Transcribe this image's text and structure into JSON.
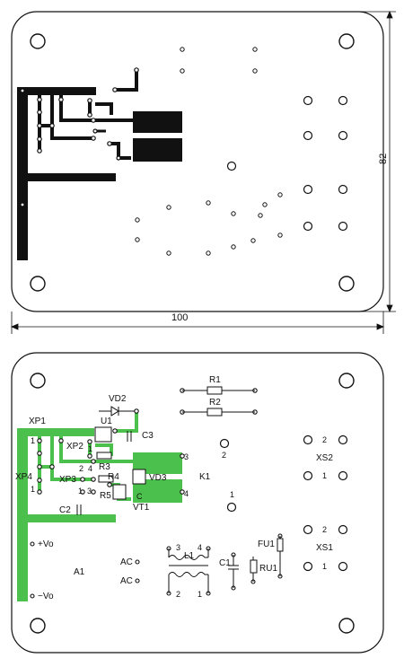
{
  "dimensions": {
    "width": "100",
    "height": "82"
  },
  "top_board": {
    "title": "",
    "copper_color": "#111111"
  },
  "bottom_board": {
    "trace_color": "#4cc04c",
    "labels": {
      "r1": "R1",
      "r2": "R2",
      "vd2": "VD2",
      "u1": "U1",
      "c3": "C3",
      "xp1": "XP1",
      "xp1_pin": "1",
      "xp2": "XP2",
      "xp2_pin": "1",
      "r3": "R3",
      "r4": "R4",
      "xp4": "XP4",
      "xp4_pin": "1",
      "xp3": "XP3",
      "xp3_pin2": "2",
      "xp3_pin4": "4",
      "xp3_pin1": "1",
      "xp3_pin3": "3",
      "r5": "R5",
      "vd3": "VD3",
      "vt1": "VT1",
      "c": "C",
      "c2": "C2",
      "k1": "K1",
      "k1_pin3": "3",
      "k1_pin4": "4",
      "k1_pin2": "2",
      "k1_pin1": "1",
      "xs2": "XS2",
      "xs2_pin2": "2",
      "xs2_pin1": "1",
      "xs1": "XS1",
      "xs1_pin2": "2",
      "xs1_pin1": "1",
      "fu1": "FU1",
      "ru1": "RU1",
      "c1": "C1",
      "l1": "L1",
      "l1_pin3": "3",
      "l1_pin4": "4",
      "l1_pin2": "2",
      "l1_pin1": "1",
      "vo_pos": "+Vo",
      "vo_neg": "−Vo",
      "a1": "A1",
      "ac1": "AC",
      "ac2": "AC"
    }
  }
}
